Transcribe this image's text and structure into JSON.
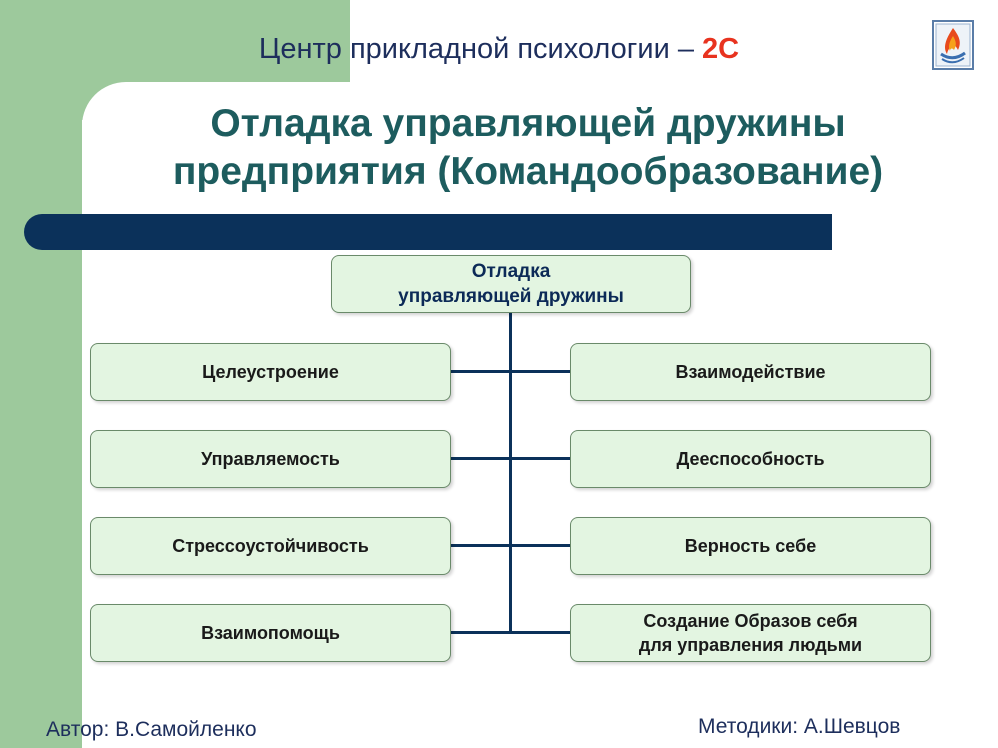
{
  "header": {
    "org_title": "Центр прикладной психологии –",
    "org_accent": "2С",
    "main_title_line1": "Отладка управляющей дружины",
    "main_title_line2": "предприятия (Командообразование)",
    "logo_icon": "flame-logo-icon"
  },
  "diagram": {
    "root": {
      "line1": "Отладка",
      "line2": "управляющей дружины"
    },
    "left": [
      "Целеустроение",
      "Управляемость",
      "Стрессоустойчивость",
      "Взаимопомощь"
    ],
    "right": [
      "Взаимодействие",
      "Дееспособность",
      "Верность себе"
    ],
    "right_last": {
      "line1": "Создание Образов себя",
      "line2": "для управления людьми"
    }
  },
  "footer": {
    "author": "Автор: В.Самойленко",
    "methods": "Методики: А.Шевцов"
  },
  "colors": {
    "green_background": "#9dc99c",
    "navy": "#0b315a",
    "title_teal": "#1d5c5e",
    "accent_red": "#e8331f",
    "box_fill": "#e3f5e1"
  }
}
